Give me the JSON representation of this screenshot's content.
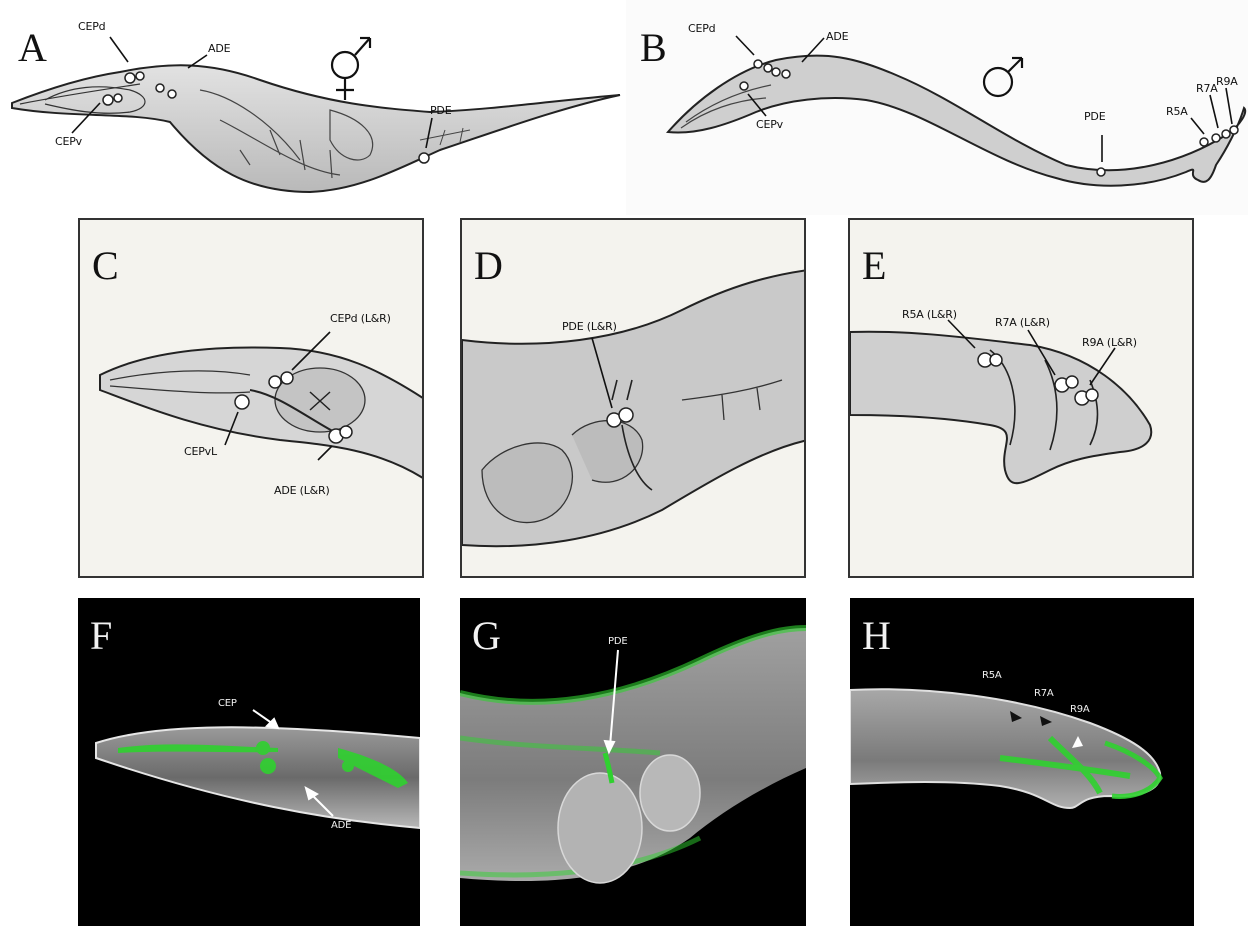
{
  "panels": {
    "A": {
      "letter": "A",
      "sex_symbol": "hermaphrodite",
      "labels": {
        "cepd": "CEPd",
        "ade": "ADE",
        "cepv": "CEPv",
        "pde": "PDE"
      }
    },
    "B": {
      "letter": "B",
      "sex_symbol": "male",
      "labels": {
        "cepd": "CEPd",
        "ade": "ADE",
        "cepv": "CEPv",
        "pde": "PDE",
        "r5a": "R5A",
        "r7a": "R7A",
        "r9a": "R9A"
      }
    },
    "C": {
      "letter": "C",
      "labels": {
        "cepd": "CEPd (L&R)",
        "cepvl": "CEPvL",
        "ade": "ADE (L&R)"
      }
    },
    "D": {
      "letter": "D",
      "labels": {
        "pde": "PDE (L&R)"
      }
    },
    "E": {
      "letter": "E",
      "labels": {
        "r5a": "R5A (L&R)",
        "r7a": "R7A (L&R)",
        "r9a": "R9A (L&R)"
      }
    },
    "F": {
      "letter": "F",
      "labels": {
        "cep": "CEP",
        "ade": "ADE"
      }
    },
    "G": {
      "letter": "G",
      "labels": {
        "pde": "PDE"
      }
    },
    "H": {
      "letter": "H",
      "labels": {
        "r5a": "R5A",
        "r7a": "R7A",
        "r9a": "R9A"
      }
    }
  },
  "colors": {
    "ink": "#1a1a1a",
    "paper": "#f4f3ee",
    "body_fill": "#cfcfcf",
    "fluorescence": "#2fd12f",
    "dark_bg": "#000000"
  }
}
